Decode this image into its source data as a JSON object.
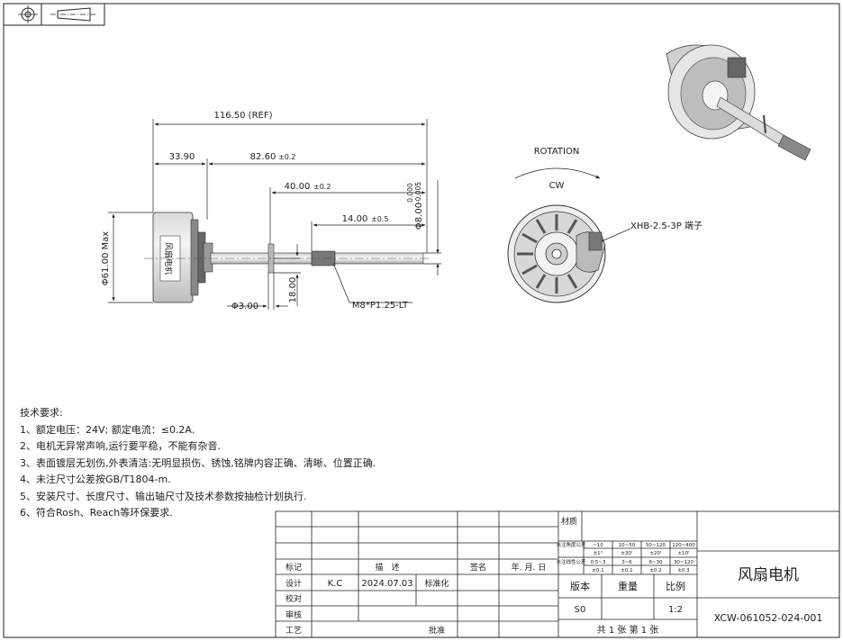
{
  "dimensions": {
    "overall": "116.50 (REF)",
    "left": "33.90",
    "mid": "82.60",
    "mid_tol": "±0.2",
    "shaft": "40.00",
    "shaft_tol": "±0.2",
    "thread_len": "14.00",
    "thread_tol": "±0.5",
    "dia_max": "Φ61.00 Max",
    "shaft_dia": "Φ8.00",
    "shaft_dia_tol_upper": "0.000",
    "shaft_dia_tol_lower": "-0.005",
    "pin_dia": "Φ3.00",
    "pin_len": "18.00",
    "thread": "M8*P1.25-LT",
    "label_vertical": "风扇电机"
  },
  "view": {
    "rotation": "ROTATION",
    "direction": "CW",
    "connector": "XHB-2.5-3P 端子"
  },
  "tech_requirements": {
    "heading": "技术要求:",
    "items": [
      "1、额定电压：24V; 额定电流：≤0.2A.",
      "2、电机无异常声响,运行要平稳，不能有杂音.",
      "3、表面镀层无划伤,外表清洁:无明显损伤、锈蚀,铭牌内容正确、清晰、位置正确.",
      "4、未注尺寸公差按GB/T1804-m.",
      "5、安装尺寸、长度尺寸、输出轴尺寸及技术参数按抽检计划执行.",
      "6、符合Rosh、Reach等环保要求."
    ]
  },
  "title_block": {
    "material_label": "材质",
    "row_labels": [
      "标记",
      "设计",
      "校对",
      "审核",
      "工艺"
    ],
    "col_desc": "描　述",
    "col_sign": "签名",
    "col_date": "年. 月. 日",
    "designer": "K.C",
    "design_date": "2024.07.03",
    "standardization": "标准化",
    "approve": "批准",
    "tol_rows": [
      [
        "未注角度公差",
        "~10",
        "10~50",
        "50~120",
        "120~400"
      ],
      [
        "",
        "±1°",
        "±30'",
        "±20'",
        "±10'"
      ],
      [
        "未注线性公差",
        "0.5~3",
        "3~6",
        "6~30",
        "30~120"
      ],
      [
        "",
        "±0.1",
        "±0.1",
        "±0.2",
        "±0.3"
      ]
    ],
    "version_label": "版本",
    "weight_label": "重量",
    "scale_label": "比例",
    "version": "S0",
    "scale": "1:2",
    "sheets": "共 1 张 第 1 张",
    "title": "风扇电机",
    "drawing_no": "XCW-061052-024-001"
  }
}
